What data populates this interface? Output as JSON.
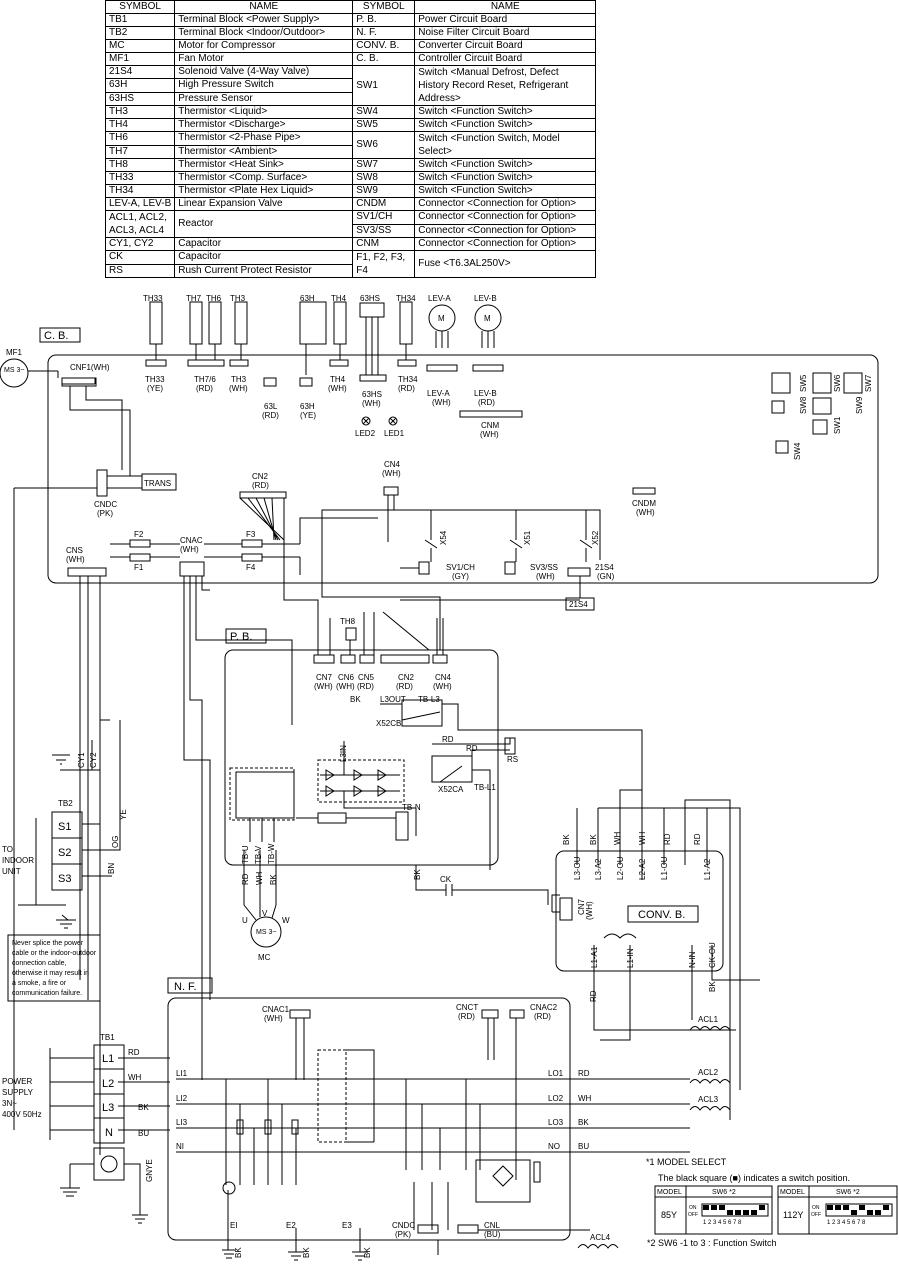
{
  "legend": {
    "headers": [
      "SYMBOL",
      "NAME",
      "SYMBOL",
      "NAME"
    ],
    "left": [
      [
        "TB1",
        "Terminal Block <Power Supply>"
      ],
      [
        "TB2",
        "Terminal Block <Indoor/Outdoor>"
      ],
      [
        "MC",
        "Motor for Compressor"
      ],
      [
        "MF1",
        "Fan Motor"
      ],
      [
        "21S4",
        "Solenoid Valve (4-Way Valve)"
      ],
      [
        "63H",
        "High Pressure Switch"
      ],
      [
        "63HS",
        "Pressure Sensor"
      ],
      [
        "TH3",
        "Thermistor <Liquid>"
      ],
      [
        "TH4",
        "Thermistor <Discharge>"
      ],
      [
        "TH6",
        "Thermistor <2-Phase Pipe>"
      ],
      [
        "TH7",
        "Thermistor <Ambient>"
      ],
      [
        "TH8",
        "Thermistor <Heat Sink>"
      ],
      [
        "TH33",
        "Thermistor <Comp. Surface>"
      ],
      [
        "TH34",
        "Thermistor <Plate Hex Liquid>"
      ],
      [
        "LEV-A, LEV-B",
        "Linear Expansion Valve"
      ],
      [
        "ACL1, ACL2, ACL3, ACL4",
        "Reactor"
      ],
      [
        "CY1, CY2",
        "Capacitor"
      ],
      [
        "CK",
        "Capacitor"
      ],
      [
        "RS",
        "Rush Current Protect Resistor"
      ]
    ],
    "right": [
      [
        "P. B.",
        "Power Circuit Board"
      ],
      [
        "N. F.",
        "Noise Filter Circuit Board"
      ],
      [
        "CONV. B.",
        "Converter Circuit Board"
      ],
      [
        "C. B.",
        "Controller Circuit Board"
      ],
      [
        "SW1",
        "Switch <Manual Defrost, Defect History Record Reset, Refrigerant Address>"
      ],
      [
        "SW4",
        "Switch <Function Switch>"
      ],
      [
        "SW5",
        "Switch <Function Switch>"
      ],
      [
        "SW6",
        "Switch <Function Switch, Model Select>"
      ],
      [
        "SW7",
        "Switch <Function Switch>"
      ],
      [
        "SW8",
        "Switch <Function Switch>"
      ],
      [
        "SW9",
        "Switch <Function Switch>"
      ],
      [
        "CNDM",
        "Connector <Connection for Option>"
      ],
      [
        "SV1/CH",
        "Connector <Connection for Option>"
      ],
      [
        "SV3/SS",
        "Connector <Connection for Option>"
      ],
      [
        "CNM",
        "Connector <Connection for Option>"
      ],
      [
        "F1, F2, F3, F4",
        "Fuse <T6.3AL250V>"
      ]
    ]
  },
  "boards": {
    "cb": "C. B.",
    "pb": "P. B.",
    "nf": "N. F.",
    "conv": "CONV. B."
  },
  "cb_labels": {
    "mf1": "MF1",
    "ms3": "MS 3~",
    "cnf1": "CNF1(WH)",
    "trans": "TRANS",
    "cndc": "CNDC",
    "cndc_c": "(PK)",
    "cn2": "CN2",
    "cn2_c": "(RD)",
    "cn4": "CN4",
    "cn4_c": "(WH)",
    "cndm": "CNDM",
    "cndm_c": "(WH)",
    "cns": "CNS",
    "cns_c": "(WH)",
    "cnac": "CNAC",
    "cnac_c": "(WH)",
    "f1": "F1",
    "f2": "F2",
    "f3": "F3",
    "f4": "F4",
    "x54": "X54",
    "x51": "X51",
    "x52": "X52",
    "sv1": "SV1/CH",
    "sv1_c": "(GY)",
    "sv3": "SV3/SS",
    "sv3_c": "(WH)",
    "s21s4": "21S4",
    "s21s4_c": "(GN)",
    "s21s4_box": "21S4",
    "th33": "TH33",
    "th33_c": "(YE)",
    "th76": "TH7/6",
    "th76_c": "(RD)",
    "th3": "TH3",
    "th3_c": "(WH)",
    "l63": "63L",
    "l63_c": "(RD)",
    "h63": "63H",
    "h63_c": "(YE)",
    "th4": "TH4",
    "th4_c": "(WH)",
    "hs63": "63HS",
    "hs63_c": "(WH)",
    "th34": "TH34",
    "th34_c": "(RD)",
    "leva": "LEV-A",
    "leva_c": "(WH)",
    "levb": "LEV-B",
    "levb_c": "(RD)",
    "cnm": "CNM",
    "cnm_c": "(WH)",
    "led2": "LED2",
    "led1": "LED1",
    "top_th33": "TH33",
    "top_th7": "TH7",
    "top_th6": "TH6",
    "top_th3": "TH3",
    "top_63h": "63H",
    "top_th4": "TH4",
    "top_63hs": "63HS",
    "top_th34": "TH34",
    "top_leva": "LEV-A",
    "top_levb": "LEV-B",
    "sw5": "SW5",
    "sw6": "SW6",
    "sw7": "SW7",
    "sw8": "SW8",
    "sw9": "SW9",
    "sw1": "SW1",
    "sw4": "SW4",
    "m": "M"
  },
  "pb_labels": {
    "cn7": "CN7",
    "cn7_c": "(WH)",
    "cn6": "CN6",
    "cn6_c": "(WH)",
    "cn5": "CN5",
    "cn5_c": "(RD)",
    "cn2": "CN2",
    "cn2_c": "(RD)",
    "cn4": "CN4",
    "cn4_c": "(WH)",
    "th8": "TH8",
    "l3out": "L3OUT",
    "tbl3": "TB-L3",
    "x52cb": "X52CB",
    "x52ca": "X52CA",
    "tbl1": "TB-L1",
    "rs": "RS",
    "tbn": "TB-N",
    "l3in": "L3IN",
    "ck": "CK",
    "tbu": "TB-U",
    "tbv": "TB-V",
    "tbw": "TB-W",
    "mc": "MC",
    "ms3": "MS 3~",
    "u": "U",
    "v": "V",
    "w": "W"
  },
  "conv_labels": {
    "l3ou": "L3-OU",
    "l3a2": "L3-A2",
    "l2ou": "L2-OU",
    "l2a2": "L2-A2",
    "l1ou": "L1-OU",
    "l1a2": "L1-A2",
    "cn7": "CN7",
    "cn7_c": "(WH)",
    "l1a1": "L1-A1",
    "l1in": "L1-IN",
    "nin": "N-IN",
    "ckou": "CK-OU"
  },
  "nf_labels": {
    "cnac1": "CNAC1",
    "cnac1_c": "(WH)",
    "cnct": "CNCT",
    "cnct_c": "(RD)",
    "cnac2": "CNAC2",
    "cnac2_c": "(RD)",
    "li1": "LI1",
    "li2": "LI2",
    "li3": "LI3",
    "ni": "NI",
    "lo1": "LO1",
    "lo2": "LO2",
    "lo3": "LO3",
    "no": "NO",
    "ei": "EI",
    "e2": "E2",
    "e3": "E3",
    "cndc": "CNDC",
    "cndc_c": "(PK)",
    "cnl": "CNL",
    "cnl_c": "(BU)"
  },
  "reactors": {
    "acl1": "ACL1",
    "acl2": "ACL2",
    "acl3": "ACL3",
    "acl4": "ACL4"
  },
  "power": {
    "tb1": "TB1",
    "l1": "L1",
    "l2": "L2",
    "l3": "L3",
    "n": "N",
    "supply_1": "POWER",
    "supply_2": "SUPPLY",
    "supply_3": "3N~",
    "supply_4": "400V 50Hz",
    "gnye": "GNYE"
  },
  "indoor": {
    "tb2": "TB2",
    "s1": "S1",
    "s2": "S2",
    "s3": "S3",
    "to_1": "TO",
    "to_2": "INDOOR",
    "to_3": "UNIT",
    "cy1": "CY1",
    "cy2": "CY2"
  },
  "wire_colors": {
    "rd": "RD",
    "wh": "WH",
    "bk": "BK",
    "bu": "BU",
    "ye": "YE",
    "og": "OG",
    "bn": "BN"
  },
  "warning": [
    "Never splice the power",
    "cable or the indoor-outdoor",
    "connection cable,",
    "otherwise it may result in",
    "a smoke, a fire or",
    "communication failure."
  ],
  "model_select": {
    "title": "*1 MODEL SELECT",
    "note": "The black square (■) indicates a switch position.",
    "model_header": "MODEL",
    "sw6_header": "SW6 *2",
    "models": [
      {
        "model": "85Y",
        "on": "ON",
        "off": "OFF",
        "positions": [
          0,
          0,
          0,
          1,
          1,
          1,
          1,
          0
        ]
      },
      {
        "model": "112Y",
        "on": "ON",
        "off": "OFF",
        "positions": [
          0,
          0,
          0,
          1,
          0,
          1,
          1,
          0
        ]
      }
    ],
    "digits": "1 2 3 4 5 6 7 8",
    "footnote": "*2  SW6 -1 to 3 : Function Switch"
  }
}
